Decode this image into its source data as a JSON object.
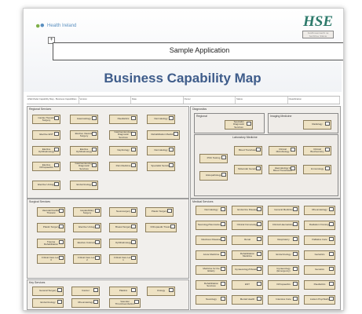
{
  "header": {
    "logo_text": "Health Ireland",
    "hse_mark": "HSE",
    "hse_sub": "Feidhmeannacht na Seirbhíse Sláinte",
    "expand_symbol": "+",
    "app_label": "Sample Application",
    "title": "Business Capability Map"
  },
  "meta_row": [
    "HSE Model Capability Map - Business Capabilities",
    "Version",
    "Date",
    "Owner",
    "Status",
    "Classification"
  ],
  "sections": {
    "regional": {
      "title": "Regional Services",
      "items": [
        "Cardio-Thoracic Surgery",
        "Haematology",
        "Paediatrics",
        "Dermatology",
        "Elective ENT",
        "Elective Vascular Surgery",
        "Gastroenterology Diagnostic Services",
        "Rehabilitation Medicine",
        "Elective Ophthalmology",
        "Elective Ophthalmology",
        "Nephrology",
        "Dermatology",
        "Elective Orthopaedics",
        "Gastroenterology Diagnostic Services",
        "Pain Medicine",
        "Specialist Services",
        "Elective Urology",
        "Endocrinology"
      ]
    },
    "diagnostics": {
      "title": "Diagnostics",
      "regional_label": "Regional",
      "regional_item": "Specialist Diagnostic Services",
      "imaging_label": "Imaging Medicine",
      "imaging_item": "Radiology",
      "lab_label": "Laboratory Medicine",
      "lab_items": [
        "Blood Transfusion",
        "Clinical Microbiology",
        "Clinical Biochemistry",
        "POC Testing",
        "Molecular Genetics",
        "Haematology & Blood Transfusion",
        "Immunology",
        "Histopathology"
      ]
    },
    "surgical": {
      "title": "Surgical Services",
      "items": [
        "Vascular/Cardiac Thoracic",
        "Hepatobiliary Surgery",
        "Neurosurgery",
        "Plastic Surgery",
        "Plastic Surgery",
        "Elective Urology",
        "Breast Surgery",
        "Orthopaedic Trauma",
        "Trauma Rehabilitation",
        "Elective Colorectal",
        "Ophthalmology",
        "Critical Care Level 3",
        "Critical Care Level 2",
        "Critical Care Level 1"
      ]
    },
    "medical": {
      "title": "Medical Services",
      "items": [
        "Dermatology",
        "Endocrine Disease",
        "General Medicine",
        "Rheumatology",
        "Neurology/Neurosciences",
        "Clinical Immunology",
        "Clinical Haematology",
        "Radiation Oncology",
        "Infectious Diseases",
        "Renal",
        "Respiratory",
        "Palliative Care",
        "Acute Medicine",
        "Rehabilitation Medicine",
        "Endocrinology",
        "Geriatrics",
        "Medicine for the Elderly",
        "Gynaecology/Obstetrics",
        "Gynaecology (Emergency)",
        "Genetics",
        "Rehabilitation Services",
        "ENT",
        "Orthopaedics",
        "Paediatrics",
        "Neurology",
        "Mental Health",
        "Intensive Care",
        "Liaison Psychiatry"
      ]
    },
    "key": {
      "title": "Key Services",
      "items": [
        "General Surgery",
        "Cancer",
        "Plastics",
        "Urology",
        "Endocrinology",
        "Rheumatology",
        "Vascular Thromboembolism"
      ]
    }
  }
}
